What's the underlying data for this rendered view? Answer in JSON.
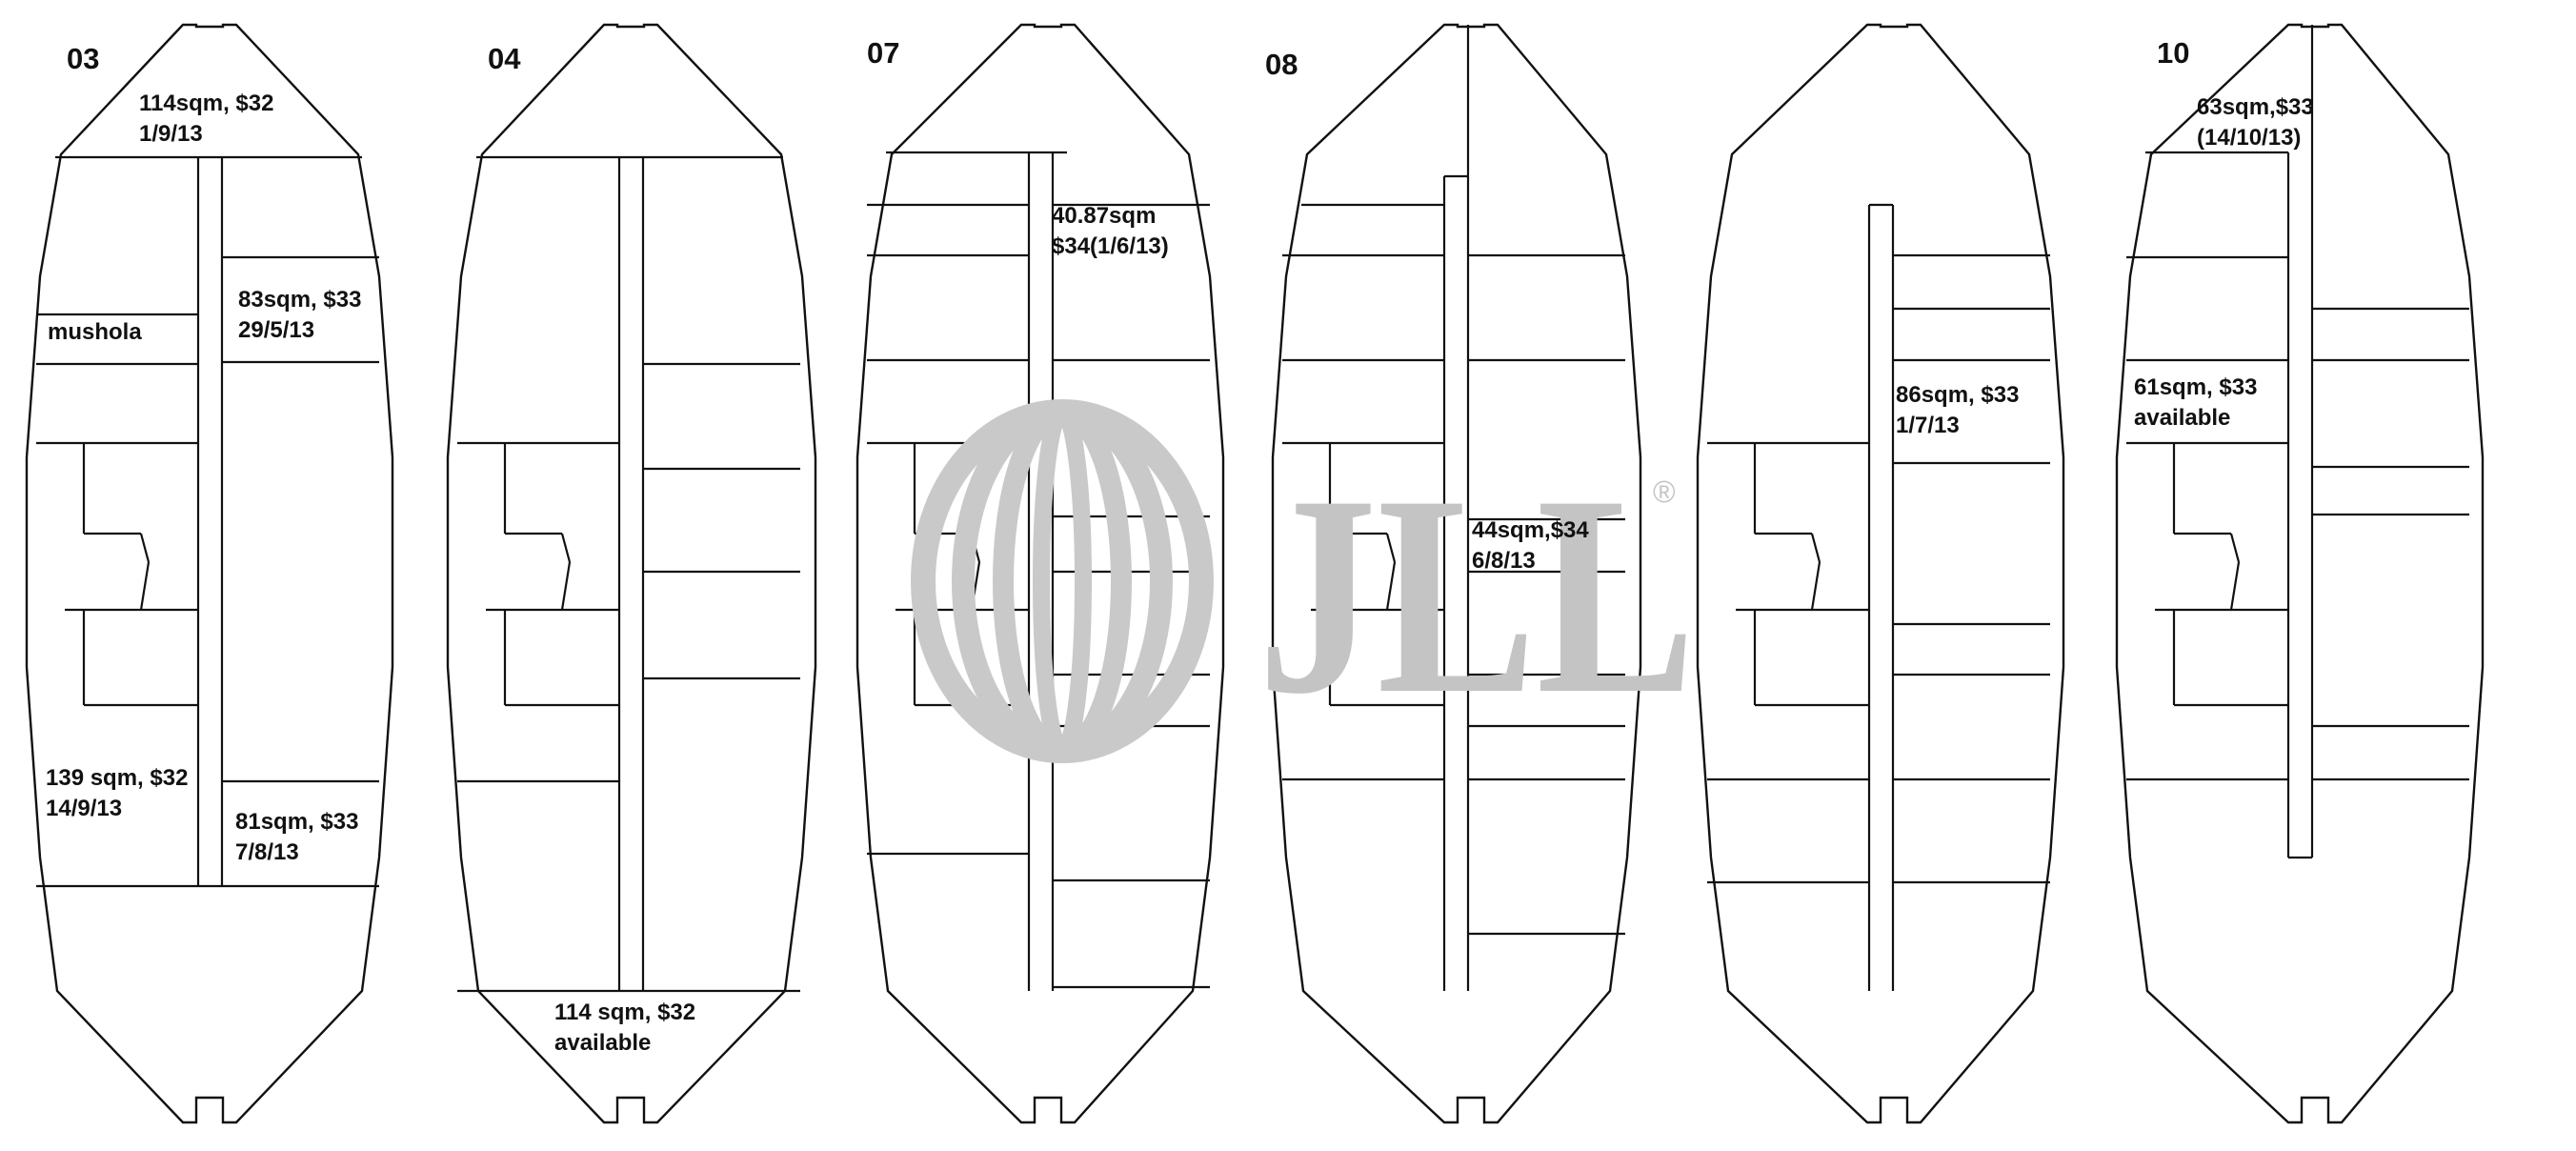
{
  "plans": [
    {
      "floor": "03",
      "units": [
        {
          "lines": [
            "114sqm, $32",
            "1/9/13"
          ]
        },
        {
          "lines": [
            "mushola"
          ]
        },
        {
          "lines": [
            "83sqm, $33",
            "29/5/13"
          ]
        },
        {
          "lines": [
            "139 sqm, $32",
            "14/9/13"
          ]
        },
        {
          "lines": [
            "81sqm, $33",
            "7/8/13"
          ]
        }
      ]
    },
    {
      "floor": "04",
      "units": [
        {
          "lines": [
            "114 sqm, $32",
            "available"
          ]
        }
      ]
    },
    {
      "floor": "07",
      "units": [
        {
          "lines": [
            "40.87sqm",
            "$34(1/6/13)"
          ]
        }
      ]
    },
    {
      "floor": "08",
      "units": [
        {
          "lines": [
            "44sqm,$34",
            "6/8/13"
          ]
        }
      ]
    },
    {
      "floor": "",
      "units": [
        {
          "lines": [
            "86sqm, $33",
            "1/7/13"
          ]
        }
      ]
    },
    {
      "floor": "10",
      "units": [
        {
          "lines": [
            "63sqm,$33",
            "(14/10/13)"
          ]
        },
        {
          "lines": [
            "61sqm, $33",
            "available"
          ]
        }
      ]
    }
  ],
  "watermark": {
    "text": "JLL",
    "mark": "®"
  }
}
